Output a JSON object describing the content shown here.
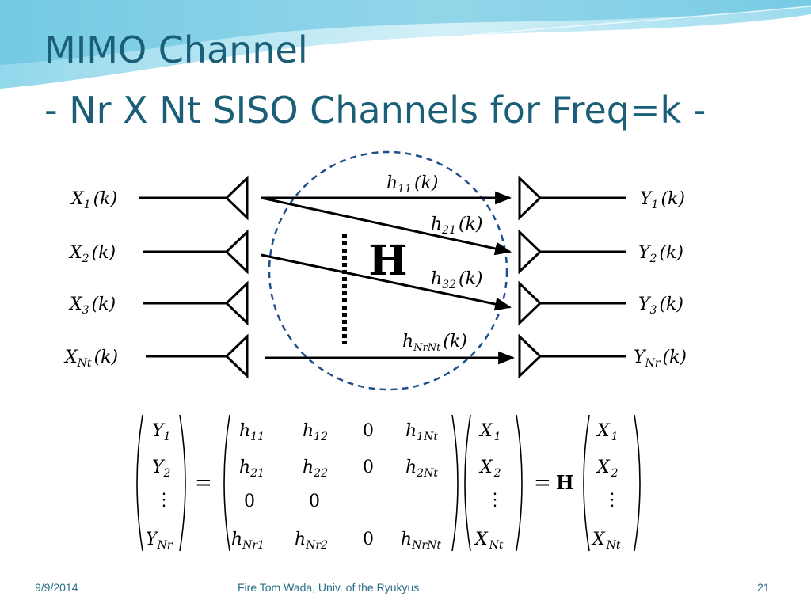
{
  "slide": {
    "title_line1": "MIMO Channel",
    "title_line2": "- Nr X Nt SISO Channels for Freq=k -"
  },
  "diagram": {
    "inputs": [
      {
        "sym": "X",
        "sub": "1",
        "arg": "(k)"
      },
      {
        "sym": "X",
        "sub": "2",
        "arg": "(k)"
      },
      {
        "sym": "X",
        "sub": "3",
        "arg": "(k)"
      },
      {
        "sym": "X",
        "sub": "Nt",
        "arg": "(k)"
      }
    ],
    "outputs": [
      {
        "sym": "Y",
        "sub": "1",
        "arg": "(k)"
      },
      {
        "sym": "Y",
        "sub": "2",
        "arg": "(k)"
      },
      {
        "sym": "Y",
        "sub": "3",
        "arg": "(k)"
      },
      {
        "sym": "Y",
        "sub": "Nr",
        "arg": "(k)"
      }
    ],
    "channels": [
      {
        "sym": "h",
        "sub": "11",
        "arg": "(k)"
      },
      {
        "sym": "h",
        "sub": "21",
        "arg": "(k)"
      },
      {
        "sym": "h",
        "sub": "32",
        "arg": "(k)"
      },
      {
        "sym": "h",
        "sub": "NrNt",
        "arg": "(k)"
      }
    ],
    "matrix_symbol": "H"
  },
  "equation": {
    "y_vector": [
      {
        "sym": "Y",
        "sub": "1"
      },
      {
        "sym": "Y",
        "sub": "2"
      },
      {
        "sym": "⋮",
        "sub": ""
      },
      {
        "sym": "Y",
        "sub": "Nr"
      }
    ],
    "equals": "=",
    "h_matrix": [
      [
        {
          "sym": "h",
          "sub": "11"
        },
        {
          "sym": "h",
          "sub": "12"
        },
        {
          "sym": "0",
          "sub": ""
        },
        {
          "sym": "h",
          "sub": "1Nt"
        }
      ],
      [
        {
          "sym": "h",
          "sub": "21"
        },
        {
          "sym": "h",
          "sub": "22"
        },
        {
          "sym": "0",
          "sub": ""
        },
        {
          "sym": "h",
          "sub": "2Nt"
        }
      ],
      [
        {
          "sym": "0",
          "sub": ""
        },
        {
          "sym": "0",
          "sub": ""
        },
        {
          "sym": "",
          "sub": ""
        },
        {
          "sym": "",
          "sub": ""
        }
      ],
      [
        {
          "sym": "h",
          "sub": "Nr1"
        },
        {
          "sym": "h",
          "sub": "Nr2"
        },
        {
          "sym": "0",
          "sub": ""
        },
        {
          "sym": "h",
          "sub": "NrNt"
        }
      ]
    ],
    "x_vector": [
      {
        "sym": "X",
        "sub": "1"
      },
      {
        "sym": "X",
        "sub": "2"
      },
      {
        "sym": "⋮",
        "sub": ""
      },
      {
        "sym": "X",
        "sub": "Nt"
      }
    ],
    "equals2": "=",
    "matrix_symbol": "H",
    "x_vector2": [
      {
        "sym": "X",
        "sub": "1"
      },
      {
        "sym": "X",
        "sub": "2"
      },
      {
        "sym": "⋮",
        "sub": ""
      },
      {
        "sym": "X",
        "sub": "Nt"
      }
    ]
  },
  "footer": {
    "date": "9/9/2014",
    "center": "Fire Tom Wada, Univ. of the Ryukyus",
    "page": "21"
  },
  "colors": {
    "title": "#1a5f77",
    "footer": "#2a6f88",
    "circle": "#1f4e8c",
    "swoosh": "#6fc6e0"
  }
}
